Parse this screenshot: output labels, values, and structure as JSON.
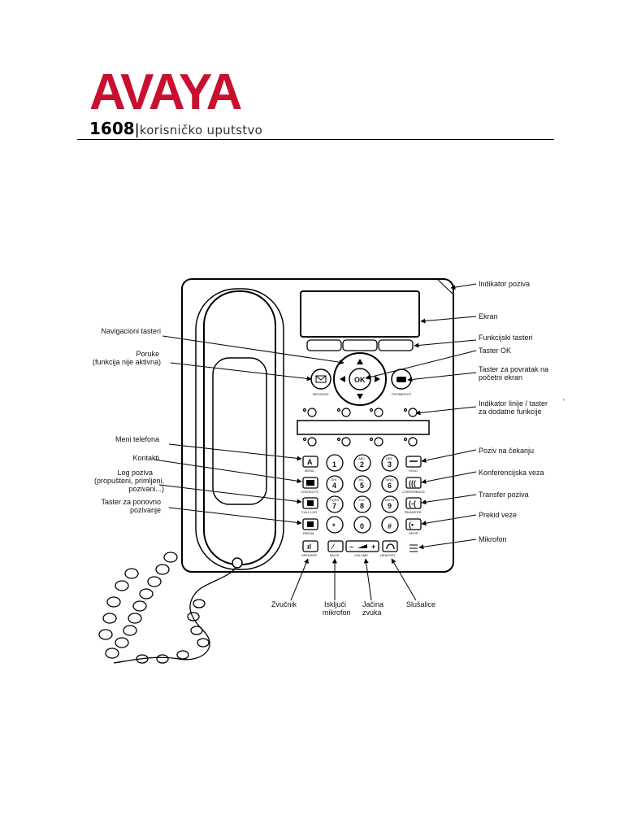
{
  "brand": {
    "name": "AVAYA",
    "color": "#c8102e"
  },
  "header": {
    "model": "1608",
    "separator": "|",
    "subtitle": "korisničko uputstvo"
  },
  "annotations": {
    "indikator_poziva": "Indikator poziva",
    "ekran": "Ekran",
    "funkcijski_tasteri": "Funkcijski tasteri",
    "taster_ok": "Taster OK",
    "povratak_1": "Taster za povratak na",
    "povratak_2": "početni ekran",
    "indikator_linije_1": "Indikator linije / taster",
    "indikator_linije_2": "za dodatne funkcije",
    "poziv_na_cekanju": "Poziv na čekanju",
    "konferencijska_veza": "Konferencijska veza",
    "transfer_poziva": "Transfer poziva",
    "prekid_veze": "Prekid veze",
    "mikrofon": "Mikrofon",
    "navigacioni_tasteri": "Navigacioni tasteri",
    "poruke_1": "Poruke",
    "poruke_2": "(funkcija nije aktivna)",
    "meni_telefona": "Meni telefona",
    "kontakti": "Kontakti",
    "log_1": "Log poziva",
    "log_2": "(propušteni, primljeni,",
    "log_3": "pozivani...)",
    "ponovno_1": "Taster za ponovno",
    "ponovno_2": "pozivanje",
    "zvucnik": "Zvučnik",
    "iskljuci_1": "Isključi",
    "iskljuci_2": "mikrofon",
    "jacina_1": "Jačina",
    "jacina_2": "zvuka",
    "slusalice": "Slušalice"
  },
  "phone_labels": {
    "ok": "OK",
    "message": "MESSAGE",
    "phone_exit": "PHONE/EXIT",
    "menu": "MENU",
    "contacts": "CONTACTS",
    "call_log": "CALL LOG",
    "redial": "REDIAL",
    "hold": "HOLD",
    "conference": "CONFERENCE",
    "transfer": "TRANSFER",
    "drop": "DROP",
    "speaker": "SPEAKER",
    "mute": "MUTE",
    "volume": "VOLUME",
    "volume_minus": "–",
    "volume_plus": "+",
    "headset": "HEADSET",
    "stray_mark": "'"
  },
  "keypad": [
    {
      "digit": "1",
      "letters": ""
    },
    {
      "digit": "2",
      "letters": "ABC"
    },
    {
      "digit": "3",
      "letters": "DEF"
    },
    {
      "digit": "4",
      "letters": "GHI"
    },
    {
      "digit": "5",
      "letters": "JKL"
    },
    {
      "digit": "6",
      "letters": "MNO"
    },
    {
      "digit": "7",
      "letters": "PQRS"
    },
    {
      "digit": "8",
      "letters": "TUV"
    },
    {
      "digit": "9",
      "letters": "WXYZ"
    },
    {
      "digit": "*",
      "letters": ""
    },
    {
      "digit": "0",
      "letters": ""
    },
    {
      "digit": "#",
      "letters": ""
    }
  ]
}
